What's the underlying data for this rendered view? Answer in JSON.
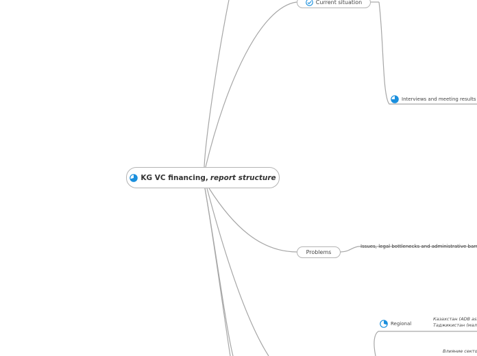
{
  "root": {
    "label_plain": "KG VC financing,",
    "label_emph": "report structure",
    "icon": "progress-pie-icon"
  },
  "branches": {
    "current_situation": {
      "label": "Current situation",
      "icon": "check-circle-icon"
    },
    "problems": {
      "label": "Problems"
    }
  },
  "subtopics": {
    "interviews": {
      "label": "Interviews and meeting results",
      "icon": "progress-pie-icon"
    },
    "issues": {
      "label": "Issues, legal bottlenecks and administrative barriers"
    },
    "regional": {
      "label": "Regional",
      "icon": "progress-pie-icon"
    }
  },
  "notes": {
    "kazakhstan": "Казахстан (ADB ass",
    "tajikistan": "Таджикистан (мал",
    "vliyanie": "Влияние секто"
  },
  "colors": {
    "connector": "#a6a6a6",
    "node_border": "#b3b3b3",
    "icon_blue": "#1a8fdd"
  }
}
